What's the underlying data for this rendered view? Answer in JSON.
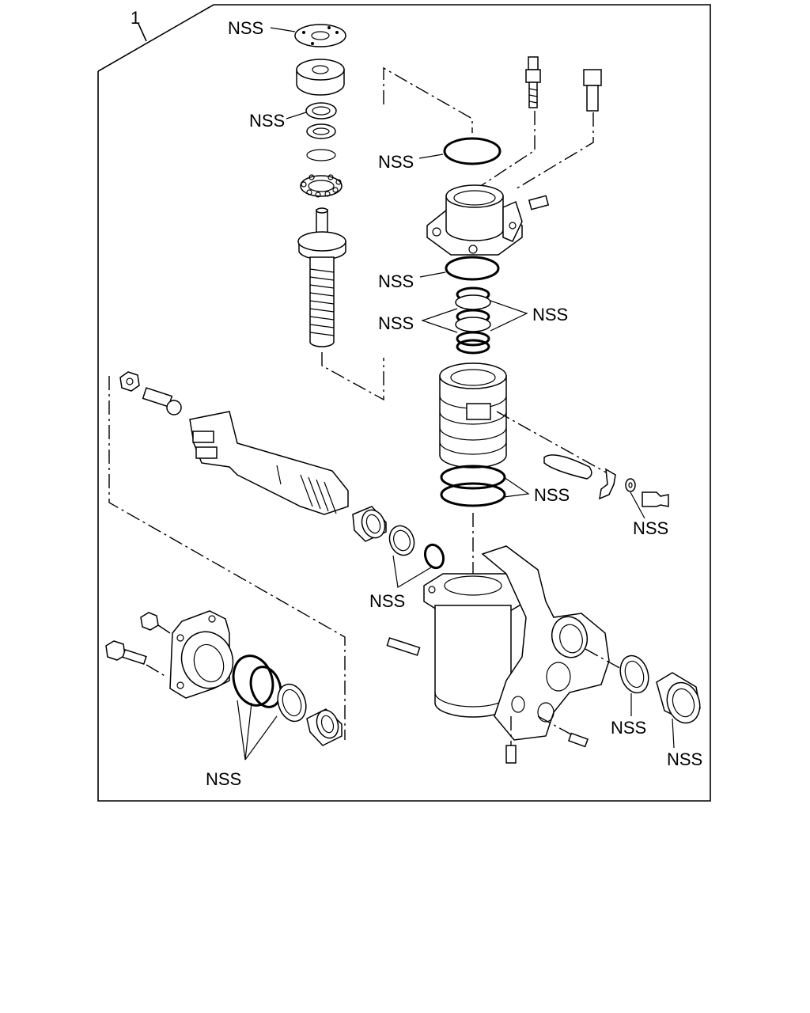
{
  "diagram": {
    "kit_number": "1",
    "labels": {
      "top_plate": "NSS",
      "upper_seal": "NSS",
      "top_oring": "NSS",
      "valve_oring": "NSS",
      "rings_left": "NSS",
      "rings_right": "NSS",
      "piston_rings": "NSS",
      "washer": "NSS",
      "input_seals": "NSS",
      "cover_rings": "NSS",
      "side_seal": "NSS",
      "side_bushing": "NSS"
    }
  }
}
